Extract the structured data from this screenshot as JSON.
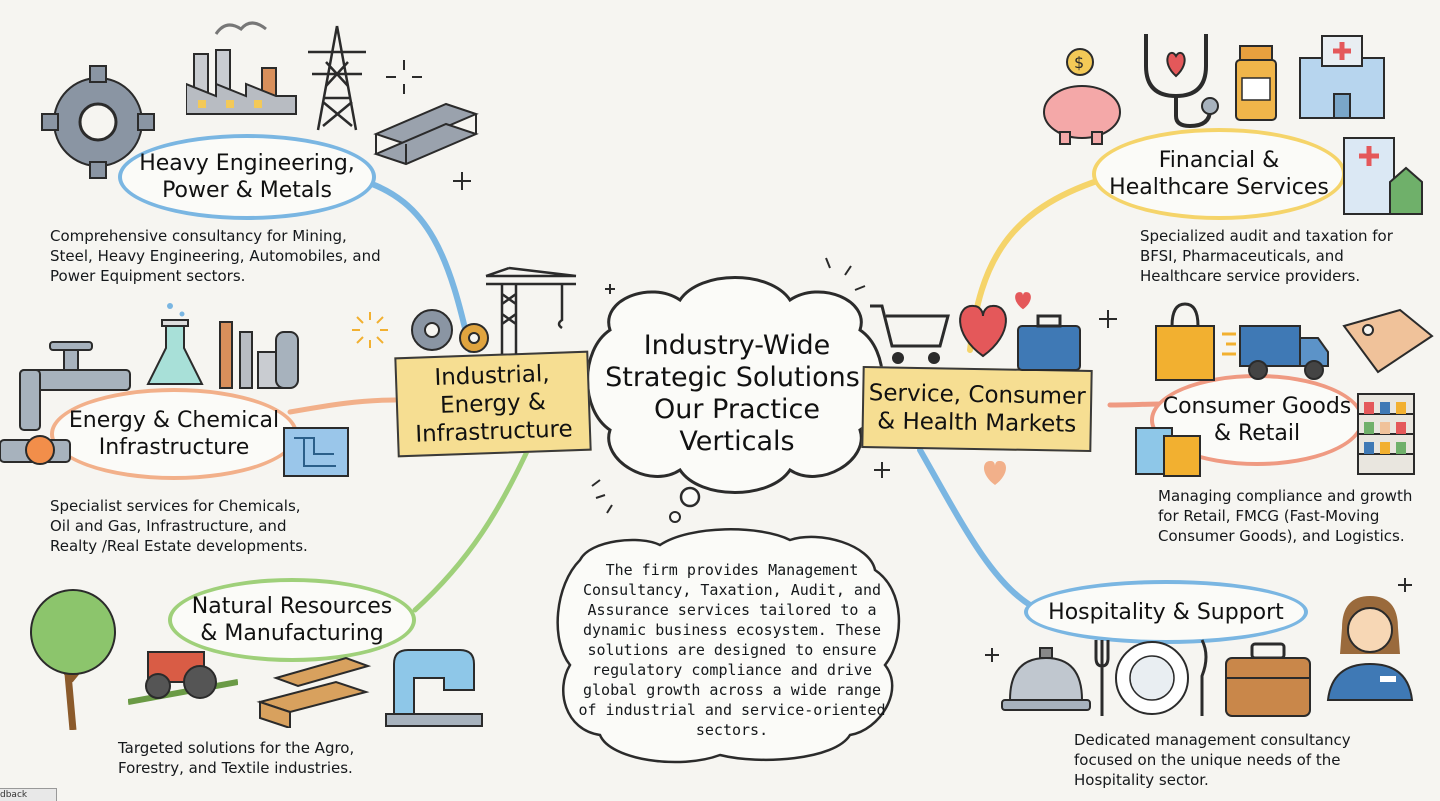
{
  "center": {
    "title_lines": [
      "Industry-Wide",
      "Strategic Solutions:",
      "Our Practice",
      "Verticals"
    ],
    "description_lines": [
      "The firm provides Management",
      "Consultancy, Taxation, Audit, and",
      "Assurance services tailored to a",
      "dynamic business ecosystem. These",
      "solutions are designed to ensure",
      "regulatory compliance and drive",
      "global growth across a wide range",
      "of industrial and service-oriented",
      "sectors."
    ]
  },
  "left_branch": {
    "title_lines": [
      "Industrial,",
      "Energy &",
      "Infrastructure"
    ],
    "color": "#f6de92",
    "nodes": [
      {
        "title_lines": [
          "Heavy Engineering,",
          "Power & Metals"
        ],
        "border_color": "#7ab6e2",
        "description_lines": [
          "Comprehensive consultancy for Mining,",
          "Steel, Heavy Engineering, Automobiles, and",
          "Power Equipment sectors."
        ]
      },
      {
        "title_lines": [
          "Energy & Chemical",
          "Infrastructure"
        ],
        "border_color": "#f2b08a",
        "description_lines": [
          "Specialist services for Chemicals,",
          "Oil and Gas, Infrastructure, and",
          "Realty /Real Estate developments."
        ]
      },
      {
        "title_lines": [
          "Natural Resources",
          "& Manufacturing"
        ],
        "border_color": "#9fd07a",
        "description_lines": [
          "Targeted solutions for the Agro,",
          "Forestry, and Textile industries."
        ]
      }
    ]
  },
  "right_branch": {
    "title_lines": [
      "Service, Consumer",
      "& Health Markets"
    ],
    "color": "#f6de92",
    "nodes": [
      {
        "title_lines": [
          "Financial &",
          "Healthcare Services"
        ],
        "border_color": "#f5d46a",
        "description_lines": [
          "Specialized audit and taxation for",
          "BFSI, Pharmaceuticals, and",
          "Healthcare service providers."
        ]
      },
      {
        "title_lines": [
          "Consumer Goods",
          "& Retail"
        ],
        "border_color": "#ef9a82",
        "description_lines": [
          "Managing compliance and growth",
          "for Retail, FMCG (Fast-Moving",
          "Consumer Goods), and Logistics."
        ]
      },
      {
        "title_lines": [
          "Hospitality & Support"
        ],
        "border_color": "#7ab6e2",
        "description_lines": [
          "Dedicated management consultancy",
          "focused on the unique needs of the",
          "Hospitality sector."
        ]
      }
    ]
  },
  "icons": [
    "gear-icon",
    "factory-icon",
    "power-tower-icon",
    "steel-beams-icon",
    "crane-icon",
    "pipe-valve-icon",
    "flask-icon",
    "chemical-plant-icon",
    "blueprint-icon",
    "tree-icon",
    "tractor-icon",
    "lumber-icon",
    "sewing-machine-icon",
    "piggy-bank-icon",
    "stethoscope-icon",
    "pill-bottle-icon",
    "hospital-icon",
    "shopping-cart-icon",
    "heart-icon",
    "briefcase-icon",
    "shopping-bags-icon",
    "delivery-truck-icon",
    "price-tag-icon",
    "store-shelf-icon",
    "service-bell-icon",
    "plate-cutlery-icon",
    "suitcase-icon",
    "staff-person-icon"
  ],
  "footer_tab": "dback"
}
